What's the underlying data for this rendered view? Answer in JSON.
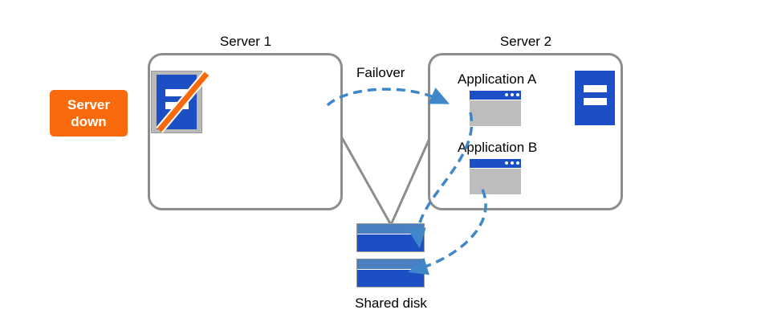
{
  "diagram": {
    "title_server1": "Server 1",
    "title_server2": "Server 2",
    "failover_label": "Failover",
    "app_a_label": "Application  A",
    "app_b_label": "Application  B",
    "shared_disk_label": "Shared disk",
    "server_down_line1": "Server",
    "server_down_line2": "down",
    "colors": {
      "alert": "#f96a0c",
      "device_blue": "#1d4fc4",
      "arrow_blue": "#3f87c8",
      "box_border": "#8d8d8d",
      "connector_gray": "#8d8d8d",
      "text": "#000000",
      "background": "#ffffff"
    }
  }
}
